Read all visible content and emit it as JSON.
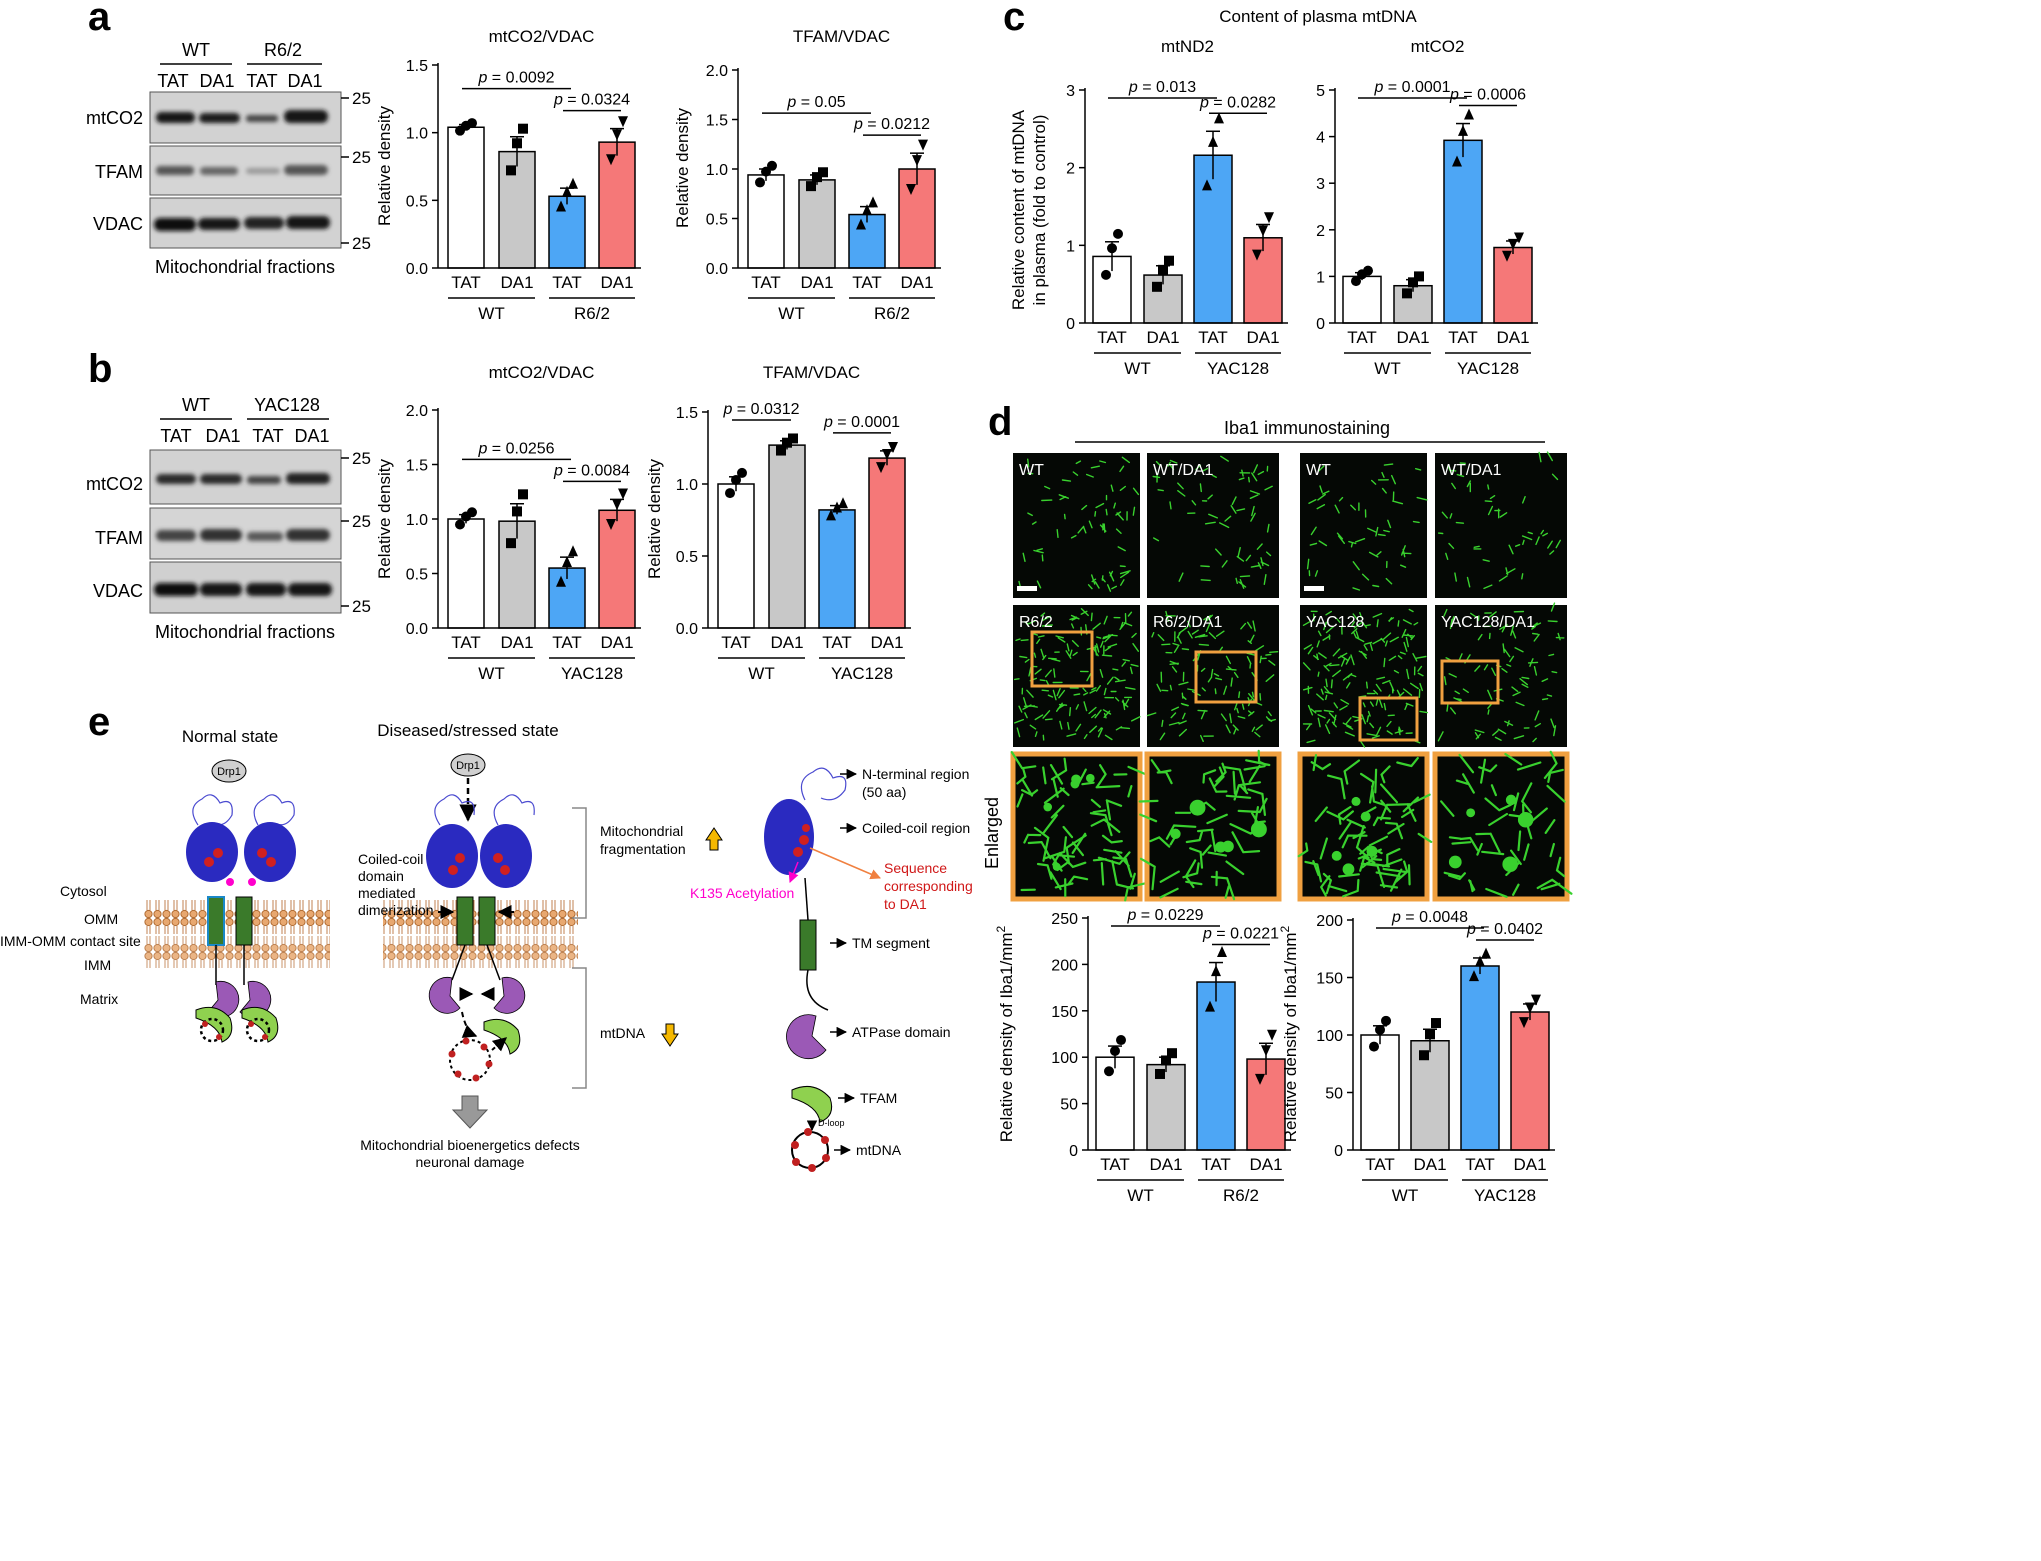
{
  "panel_letters": [
    "a",
    "b",
    "c",
    "d",
    "e"
  ],
  "blot_a": {
    "groups": [
      "WT",
      "R6/2"
    ],
    "lanes": [
      "TAT",
      "DA1",
      "TAT",
      "DA1"
    ],
    "rows": [
      "mtCO2",
      "TFAM",
      "VDAC"
    ],
    "markers": [
      "25",
      "25",
      "25"
    ],
    "caption": "Mitochondrial fractions"
  },
  "blot_b": {
    "groups": [
      "WT",
      "YAC128"
    ],
    "lanes": [
      "TAT",
      "DA1",
      "TAT",
      "DA1"
    ],
    "rows": [
      "mtCO2",
      "TFAM",
      "VDAC"
    ],
    "markers": [
      "25",
      "25",
      "25"
    ],
    "caption": "Mitochondrial fractions"
  },
  "panel_c_title": "Content of plasma mtDNA",
  "panel_c_ylabel": [
    "Relative content of mtDNA",
    "in plasma (fold to control)"
  ],
  "panel_d": {
    "title": "Iba1 immunostaining",
    "row_label": "Enlarged",
    "labels_left": [
      "WT",
      "WT/DA1",
      "R6/2",
      "R6/2/DA1"
    ],
    "labels_right": [
      "WT",
      "WT/DA1",
      "YAC128",
      "YAC128/DA1"
    ],
    "colors": {
      "stain": "#39d12e",
      "box": "#f0a040"
    }
  },
  "panel_e": {
    "normal": "Normal state",
    "diseased": "Diseased/stressed state",
    "drp1": "Drp1",
    "compartments": [
      "Cytosol",
      "OMM",
      "IMM-OMM contact site",
      "IMM",
      "Matrix"
    ],
    "coiled": [
      "Coiled-coil",
      "domain",
      "mediated",
      "dimerization"
    ],
    "frag": [
      "Mitochondrial",
      "fragmentation"
    ],
    "mtdna": "mtDNA",
    "bottom": [
      "Mitochondrial bioenergetics defects",
      "neuronal damage"
    ],
    "legend": {
      "nterm": [
        "N-terminal region",
        "(50 aa)"
      ],
      "coil": "Coiled-coil region",
      "seq": [
        "Sequence",
        "corresponding",
        "to DA1"
      ],
      "k135": "K135 Acetylation",
      "tm": "TM segment",
      "atp": "ATPase domain",
      "tfam": "TFAM",
      "dloop": "D-loop",
      "mtdna": "mtDNA"
    }
  },
  "colors": {
    "wt": "#ffffff",
    "da1": "#c8c8c8",
    "hd": "#4da6f5",
    "hdda1": "#f57878"
  },
  "chart_data": [
    {
      "id": "a1",
      "type": "bar",
      "title": "mtCO2/VDAC",
      "ylabel": "Relative density",
      "categories": [
        "TAT",
        "DA1",
        "TAT",
        "DA1"
      ],
      "groups": [
        "WT",
        "R6/2"
      ],
      "values": [
        1.04,
        0.86,
        0.53,
        0.93
      ],
      "errors": [
        0.02,
        0.11,
        0.06,
        0.1
      ],
      "ylim": [
        0,
        1.5
      ],
      "yticks": [
        "0.0",
        "0.5",
        "1.0",
        "1.5"
      ],
      "pvalues": [
        {
          "text": "p = 0.0092",
          "from": 0,
          "to": 2
        },
        {
          "text": "p = 0.0324",
          "from": 2,
          "to": 3
        }
      ]
    },
    {
      "id": "a2",
      "type": "bar",
      "title": "TFAM/VDAC",
      "ylabel": "Relative density",
      "categories": [
        "TAT",
        "DA1",
        "TAT",
        "DA1"
      ],
      "groups": [
        "WT",
        "R6/2"
      ],
      "values": [
        0.94,
        0.89,
        0.54,
        1.0
      ],
      "errors": [
        0.06,
        0.05,
        0.08,
        0.16
      ],
      "ylim": [
        0,
        2.0
      ],
      "yticks": [
        "0.0",
        "0.5",
        "1.0",
        "1.5",
        "2.0"
      ],
      "pvalues": [
        {
          "text": "p = 0.05",
          "from": 0,
          "to": 2
        },
        {
          "text": "p = 0.0212",
          "from": 2,
          "to": 3
        }
      ]
    },
    {
      "id": "b1",
      "type": "bar",
      "title": "mtCO2/VDAC",
      "ylabel": "Relative density",
      "categories": [
        "TAT",
        "DA1",
        "TAT",
        "DA1"
      ],
      "groups": [
        "WT",
        "YAC128"
      ],
      "values": [
        1.0,
        0.98,
        0.55,
        1.08
      ],
      "errors": [
        0.04,
        0.16,
        0.1,
        0.1
      ],
      "ylim": [
        0,
        2.0
      ],
      "yticks": [
        "0.0",
        "0.5",
        "1.0",
        "1.5",
        "2.0"
      ],
      "pvalues": [
        {
          "text": "p = 0.0256",
          "from": 0,
          "to": 2
        },
        {
          "text": "p = 0.0084",
          "from": 2,
          "to": 3
        }
      ]
    },
    {
      "id": "b2",
      "type": "bar",
      "title": "TFAM/VDAC",
      "ylabel": "Relative density",
      "categories": [
        "TAT",
        "DA1",
        "TAT",
        "DA1"
      ],
      "groups": [
        "WT",
        "YAC128"
      ],
      "values": [
        1.0,
        1.27,
        0.82,
        1.18
      ],
      "errors": [
        0.05,
        0.03,
        0.03,
        0.05
      ],
      "ylim": [
        0,
        1.5
      ],
      "yticks": [
        "0.0",
        "0.5",
        "1.0",
        "1.5"
      ],
      "pvalues": [
        {
          "text": "p = 0.0312",
          "from": 0,
          "to": 1
        },
        {
          "text": "p = 0.0001",
          "from": 2,
          "to": 3
        }
      ]
    },
    {
      "id": "c1",
      "type": "bar",
      "title": "mtND2",
      "ylabel": "",
      "categories": [
        "TAT",
        "DA1",
        "TAT",
        "DA1"
      ],
      "groups": [
        "WT",
        "YAC128"
      ],
      "values": [
        1.0,
        0.72,
        2.52,
        1.28
      ],
      "errors": [
        0.22,
        0.14,
        0.36,
        0.2
      ],
      "ylim": [
        0,
        3.5
      ],
      "yticks": [
        "0",
        "1",
        "2",
        "3"
      ],
      "pvalues": [
        {
          "text": "p = 0.013",
          "from": 0,
          "to": 2
        },
        {
          "text": "p = 0.0282",
          "from": 2,
          "to": 3
        }
      ]
    },
    {
      "id": "c2",
      "type": "bar",
      "title": "mtCO2",
      "ylabel": "",
      "categories": [
        "TAT",
        "DA1",
        "TAT",
        "DA1"
      ],
      "groups": [
        "WT",
        "YAC128"
      ],
      "values": [
        1.0,
        0.8,
        3.92,
        1.62
      ],
      "errors": [
        0.08,
        0.13,
        0.36,
        0.14
      ],
      "ylim": [
        0,
        5
      ],
      "yticks": [
        "0",
        "1",
        "2",
        "3",
        "4",
        "5"
      ],
      "pvalues": [
        {
          "text": "p = 0.0001",
          "from": 0,
          "to": 2
        },
        {
          "text": "p = 0.0006",
          "from": 2,
          "to": 3
        }
      ]
    },
    {
      "id": "d1",
      "type": "bar",
      "title": "",
      "ylabel": "Relative density of Iba1/mm",
      "categories": [
        "TAT",
        "DA1",
        "TAT",
        "DA1"
      ],
      "groups": [
        "WT",
        "R6/2"
      ],
      "values": [
        100,
        92,
        181,
        98
      ],
      "errors": [
        12,
        8,
        21,
        17
      ],
      "ylim": [
        0,
        250
      ],
      "yticks": [
        "0",
        "50",
        "100",
        "150",
        "200",
        "250"
      ],
      "pvalues": [
        {
          "text": "p = 0.0229",
          "from": 0,
          "to": 2
        },
        {
          "text": "p = 0.0221",
          "from": 2,
          "to": 3
        }
      ]
    },
    {
      "id": "d2",
      "type": "bar",
      "title": "",
      "ylabel": "Relative density of Iba1/mm",
      "categories": [
        "TAT",
        "DA1",
        "TAT",
        "DA1"
      ],
      "groups": [
        "WT",
        "YAC128"
      ],
      "values": [
        100,
        95,
        160,
        120
      ],
      "errors": [
        8,
        10,
        7,
        7
      ],
      "ylim": [
        0,
        200
      ],
      "yticks": [
        "0",
        "50",
        "100",
        "150",
        "200"
      ],
      "pvalues": [
        {
          "text": "p = 0.0048",
          "from": 0,
          "to": 2
        },
        {
          "text": "p = 0.0402",
          "from": 2,
          "to": 3
        }
      ]
    }
  ]
}
